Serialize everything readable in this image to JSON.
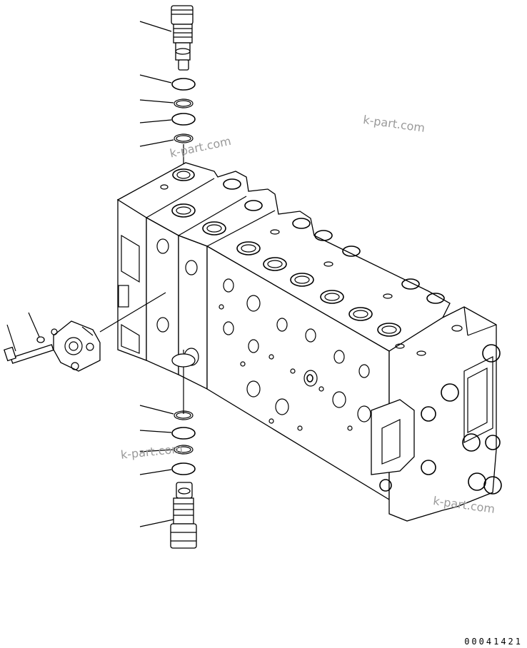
{
  "watermarks": [
    "k-part.com",
    "k-part.com",
    "k-part.com",
    "k-part.com"
  ],
  "drawing_number": "00041421",
  "line_color": "#000000",
  "watermark_color": "#9a9a9a"
}
